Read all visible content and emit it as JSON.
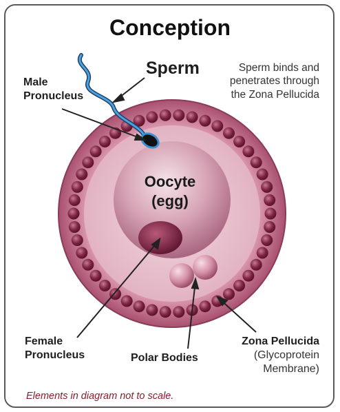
{
  "title": "Conception",
  "sperm_label": "Sperm",
  "sperm_description": [
    "Sperm binds and",
    "penetrates through",
    "the Zona Pellucida"
  ],
  "male_pronucleus": [
    "Male",
    "Pronucleus"
  ],
  "oocyte_label": [
    "Oocyte",
    "(egg)"
  ],
  "female_pronucleus": [
    "Female",
    "Pronucleus"
  ],
  "polar_bodies": "Polar Bodies",
  "zona_pellucida": "Zona Pellucida",
  "zona_sub": [
    "(Glycoprotein",
    "Membrane)"
  ],
  "note": "Elements in diagram not to scale.",
  "colors": {
    "zona_ring": "#b55a77",
    "granules": "#7a1f3c",
    "oocyte": "#c98aa0",
    "pronucleus": "#7d2240",
    "sperm": "#3a8fd0",
    "note": "#8b1b2c"
  }
}
